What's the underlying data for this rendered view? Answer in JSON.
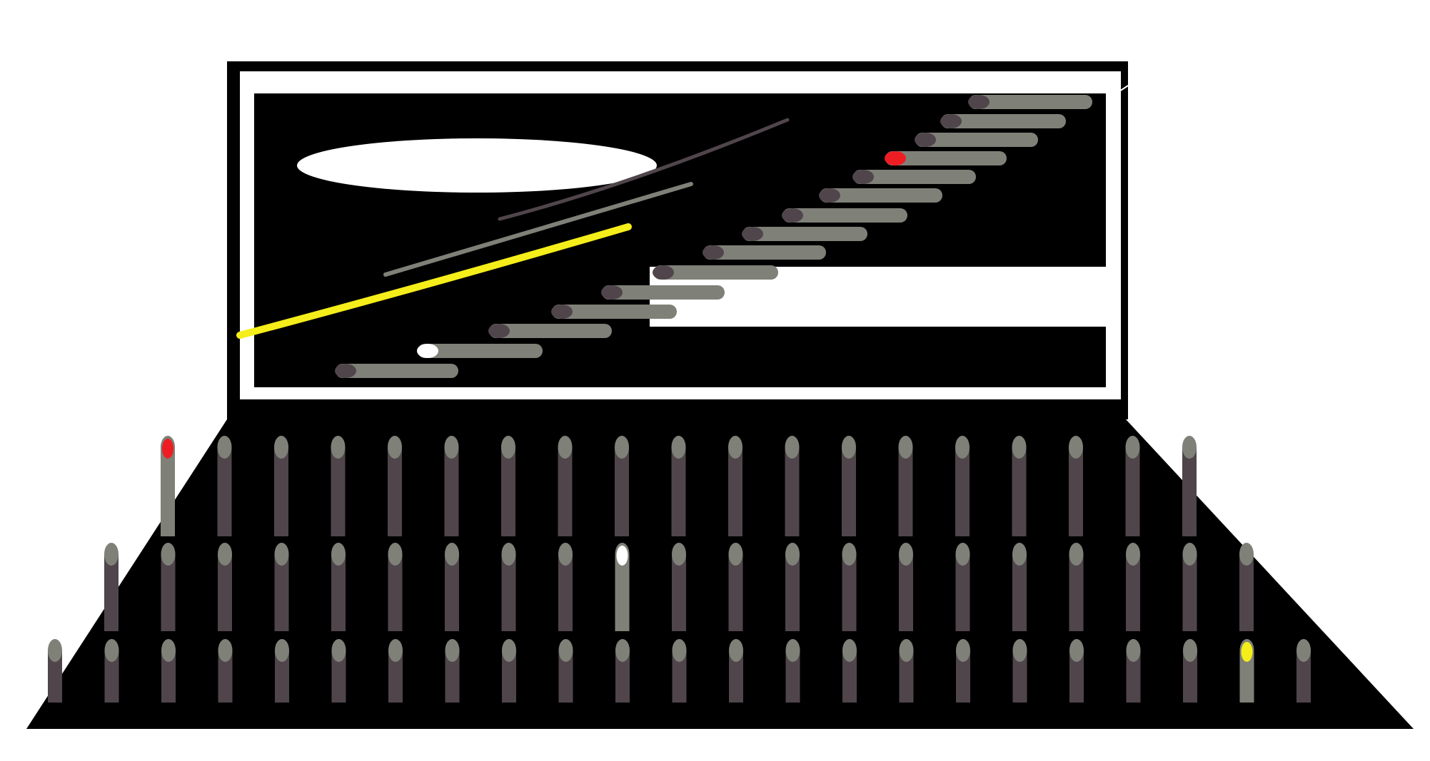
{
  "scene": {
    "description_free": true
  },
  "palette": {
    "background": "#ffffff",
    "black": "#000000",
    "screen_white": "#ffffff",
    "pin_body": "#4f454b",
    "pin_light": "#7f8178",
    "bar_body": "#7f8178",
    "bar_tip": "#4f454b",
    "accent_red": "#ee1d24",
    "accent_white": "#ffffff",
    "accent_yellow": "#f5ee1a",
    "yellow_line": "#f5ee1a",
    "gray_line": "#7f8178",
    "dark_line": "#4f454b"
  },
  "rows": {
    "back_count": 19,
    "middle_count": 21,
    "front_count": 23,
    "back_highlight_index": 0,
    "back_highlight_color": "accent_red",
    "middle_highlight_index": 9,
    "middle_highlight_color": "accent_white",
    "front_highlight_index": 21,
    "front_highlight_color": "accent_yellow"
  },
  "stairs": {
    "count": 15,
    "red_index": 11,
    "white_index": 1
  }
}
